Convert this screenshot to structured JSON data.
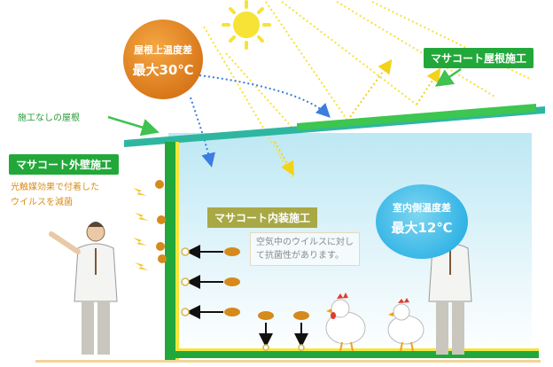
{
  "labels": {
    "roof_temp_title": "屋根上温度差",
    "roof_temp_value": "最大30℃",
    "roof_coat": "マサコート屋根施工",
    "no_treatment_roof": "施工なしの屋根",
    "wall_coat": "マサコート外壁施工",
    "photocatalyst_line1": "光触媒効果で付着した",
    "photocatalyst_line2": "ウイルスを減菌",
    "interior_coat": "マサコート内装施工",
    "interior_note_line1": "空気中のウイルスに対し",
    "interior_note_line2": "て抗菌性があります。",
    "indoor_temp_title": "室内側温度差",
    "indoor_temp_value": "最大12℃"
  },
  "colors": {
    "green": "#22a83a",
    "olive": "#a8a845",
    "orange": "#d9781b",
    "sky_blue": "#35b5e6",
    "roof_teal": "#2fb6a0",
    "sun_yellow": "#f7e236"
  },
  "icons": [
    "sun-icon",
    "virus-icon",
    "chicken-icon",
    "person-icon",
    "arrow-icon"
  ]
}
